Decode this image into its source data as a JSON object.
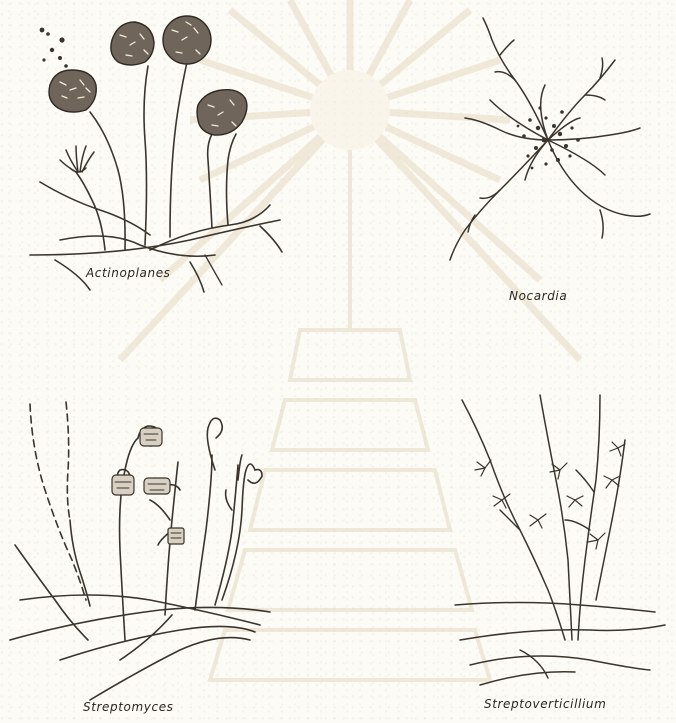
{
  "figure": {
    "labels": {
      "actinoplanes": "Actinoplanes",
      "nocardia": "Nocardia",
      "streptomyces": "Streptomyces",
      "streptoverticillium": "Streptoverticillium"
    }
  },
  "colors": {
    "ink": "#3a342c",
    "paper": "#fdfbf6",
    "watermark": "#e9e2cf"
  },
  "icons": {
    "watermark": "sunburst-emblem-watermark"
  }
}
